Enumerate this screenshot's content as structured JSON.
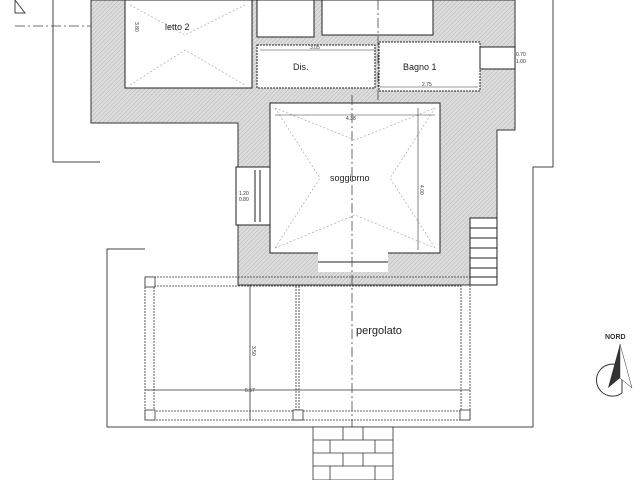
{
  "plan": {
    "rooms": {
      "letto2": "letto 2",
      "dis": "Dis.",
      "bagno1": "Bagno 1",
      "soggiorno": "soggiorno",
      "pergolato": "pergolato"
    },
    "dimensions": {
      "dis_width": "3.05",
      "bagno1_width": "2.75",
      "soggiorno_width": "4.38",
      "soggiorno_depth": "4.00",
      "letto2_depth": "3.80",
      "pergolato_width": "6.57",
      "pergolato_depth": "3.50",
      "window_left_w": "1.20",
      "window_left_h": "0.80",
      "window_right_w": "0.70",
      "window_right_h": "1.00"
    },
    "north_label": "NORD",
    "colors": {
      "wall_fill": "#d9d9d9",
      "line": "#333333"
    }
  }
}
